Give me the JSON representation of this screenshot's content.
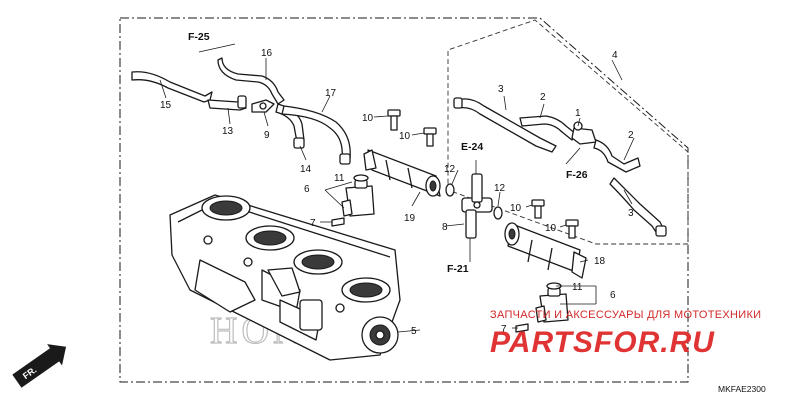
{
  "refs": {
    "f25": "F-25",
    "f26": "F-26",
    "e24": "E-24",
    "f21": "F-21"
  },
  "callouts": {
    "p1": "1",
    "p2a": "2",
    "p2b": "2",
    "p3a": "3",
    "p3b": "3",
    "p4": "4",
    "p5": "5",
    "p6a": "6",
    "p6b": "6",
    "p7a": "7",
    "p7b": "7",
    "p8": "8",
    "p9": "9",
    "p10a": "10",
    "p10b": "10",
    "p10c": "10",
    "p10d": "10",
    "p11a": "11",
    "p11b": "11",
    "p12a": "12",
    "p12b": "12",
    "p13": "13",
    "p14": "14",
    "p15": "15",
    "p16": "16",
    "p17": "17",
    "p18": "18",
    "p19": "19"
  },
  "direction": {
    "label": "FR."
  },
  "diagram_code": "MKFAE2300",
  "watermark": {
    "caption": "ЗАПЧАСТИ И АКСЕССУАРЫ ДЛЯ МОТОТЕХНИКИ",
    "logo_text": "PARTSFOR.RU",
    "brand": "HONDA"
  },
  "colors": {
    "line": "#1a1a1a",
    "watermark_red": "#e03333",
    "honda_gray": "#bdbdbd"
  }
}
